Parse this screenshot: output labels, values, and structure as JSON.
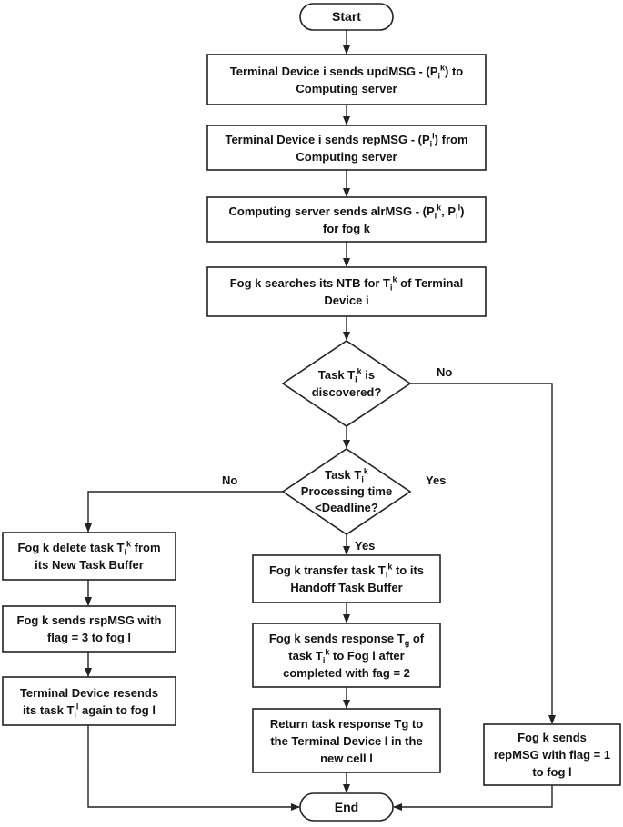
{
  "nodes": {
    "start": {
      "l1": "Start"
    },
    "upd": {
      "l1": "Terminal Device i sends updMSG - (P",
      "sub": "i",
      "sup": "k",
      "l1_tail": ") to",
      "l2": "Computing server"
    },
    "rep": {
      "l1": "Terminal Device i sends repMSG - (P",
      "sub": "i",
      "sup": "l",
      "l1_tail": ") from",
      "l2": "Computing server"
    },
    "alr": {
      "l1": "Computing server sends alrMSG - (P",
      "sub1": "i",
      "sup1": "k",
      "mid": ", P",
      "sub2": "i",
      "sup2": "l",
      "l1_tail": ")",
      "l2": "for fog k"
    },
    "search": {
      "l1": "Fog k searches its NTB for T",
      "sub": "i",
      "sup": "k",
      "l1_tail": " of Terminal",
      "l2": "Device i"
    },
    "disc": {
      "l1": "Task  T",
      "sub": "i",
      "sup": "k",
      "l1_tail": " is",
      "l2": "discovered?"
    },
    "proc": {
      "l1": "Task  T",
      "sub": "i",
      "sup": "k",
      "l2": "Processing time",
      "l3": "<Deadline?"
    },
    "del": {
      "l1": "Fog k delete task T",
      "sub": "i",
      "sup": "k",
      "l1_tail": " from",
      "l2": "its New Task Buffer"
    },
    "rsp": {
      "l1": "Fog k sends rspMSG with",
      "l2": "flag = 3 to fog l"
    },
    "resend": {
      "l1": "Terminal Device resends",
      "l2a": "its task T",
      "sub": "i",
      "sup": "l",
      "l2_tail": " again to fog l"
    },
    "transfer": {
      "l1": "Fog k transfer task T",
      "sub": "i",
      "sup": "k",
      "l1_tail": " to its",
      "l2": "Handoff Task Buffer"
    },
    "response": {
      "l1": "Fog k sends response T",
      "sub0": "g",
      "l1_tail": " of",
      "l2a": "task T",
      "sub": "i",
      "sup": "k",
      "l2_tail": " to Fog l after",
      "l3": "completed with fag = 2"
    },
    "ret": {
      "l1": "Return task response Tg to",
      "l2": "the Terminal Device l in the",
      "l3": "new cell l"
    },
    "repflag": {
      "l1": "Fog k sends",
      "l2": "repMSG with flag = 1",
      "l3": "to fog l"
    },
    "end": {
      "l1": "End"
    }
  },
  "edge_labels": {
    "disc_no": "No",
    "proc_no": "No",
    "proc_yes_right": "Yes",
    "proc_yes_down": "Yes"
  }
}
